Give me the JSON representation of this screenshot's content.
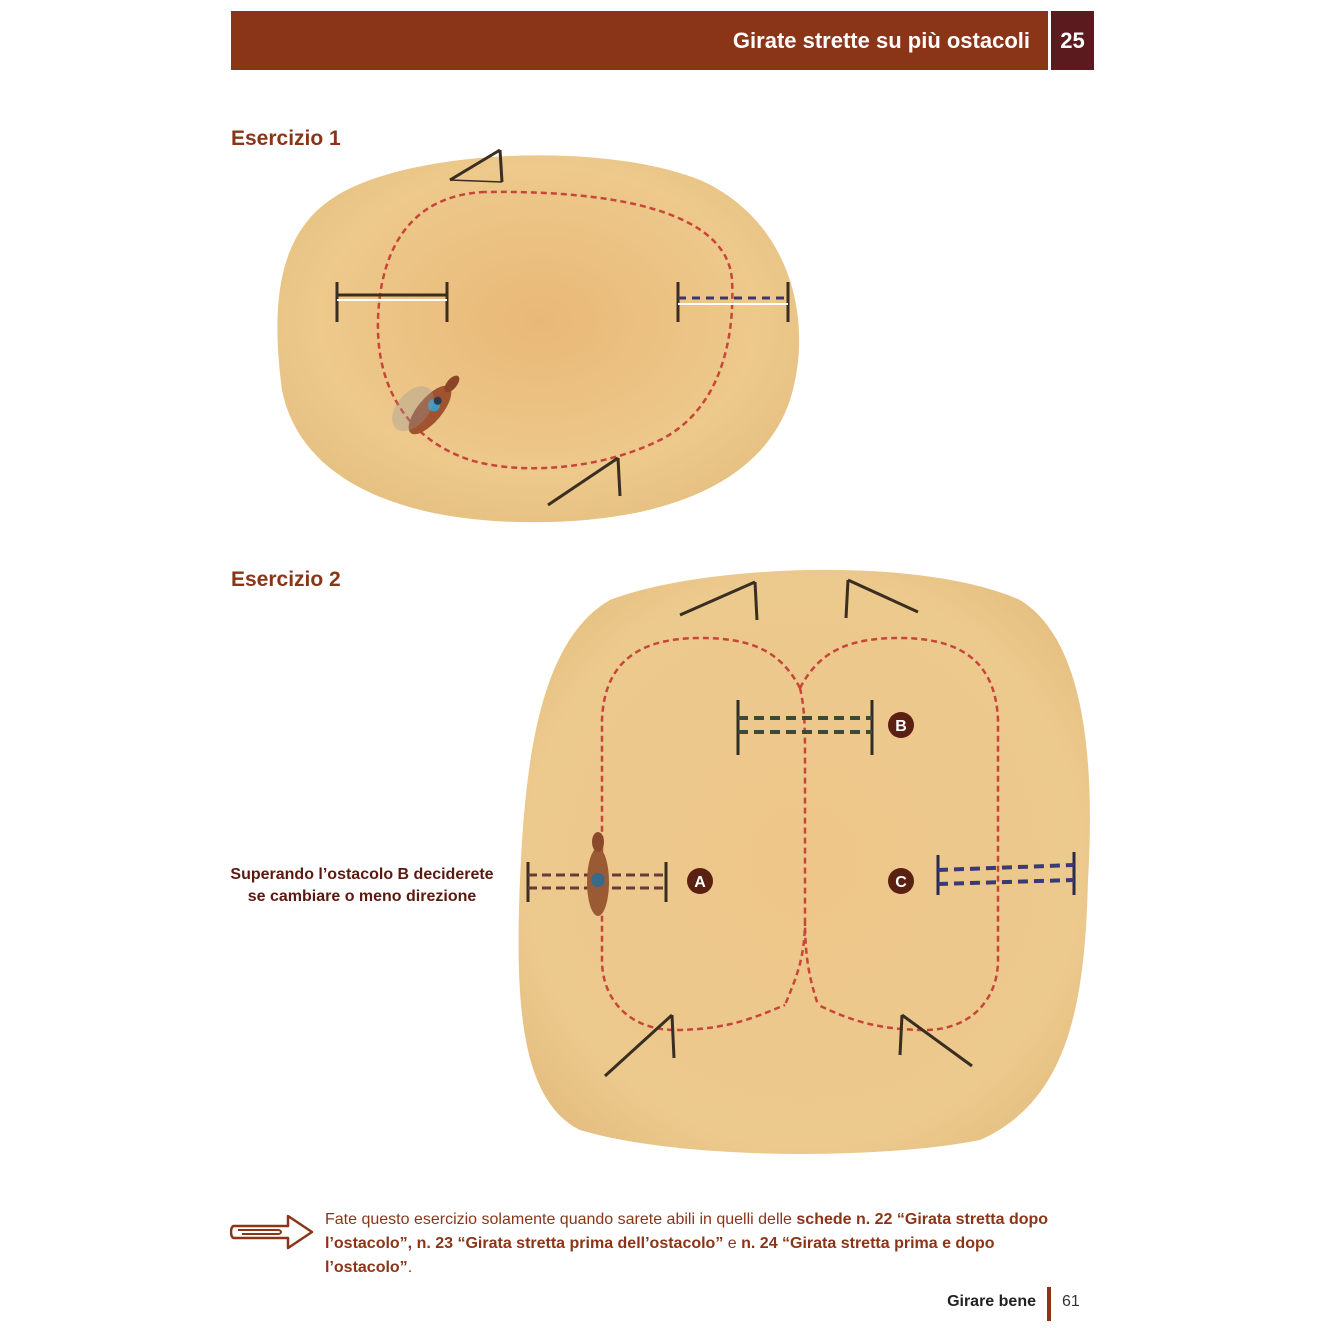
{
  "header": {
    "title": "Girate strette su più ostacoli",
    "number": "25"
  },
  "exercise1": {
    "title": "Esercizio 1"
  },
  "exercise2": {
    "title": "Esercizio 2",
    "labels": {
      "a": "A",
      "b": "B",
      "c": "C"
    }
  },
  "side_note": {
    "line1": "Superando l’ostacolo B deciderete",
    "line2": "se cambiare o meno direzione"
  },
  "tip": {
    "text1": "Fate questo esercizio solamente quando sarete abili in quelli delle ",
    "bold1": "schede n. 22 “Girata stretta dopo l’ostacolo”, n. 23 “Girata stretta prima dell’ostacolo”",
    "text2": " e ",
    "bold2": "n. 24 “Girata stretta prima e dopo l’ostacolo”",
    "text3": "."
  },
  "footer": {
    "section": "Girare bene",
    "page": "61"
  },
  "colors": {
    "brand": "#8a3518",
    "header_number_bg": "#5a1a1e",
    "sand": "#ebc47f",
    "path": "#c8453a"
  }
}
